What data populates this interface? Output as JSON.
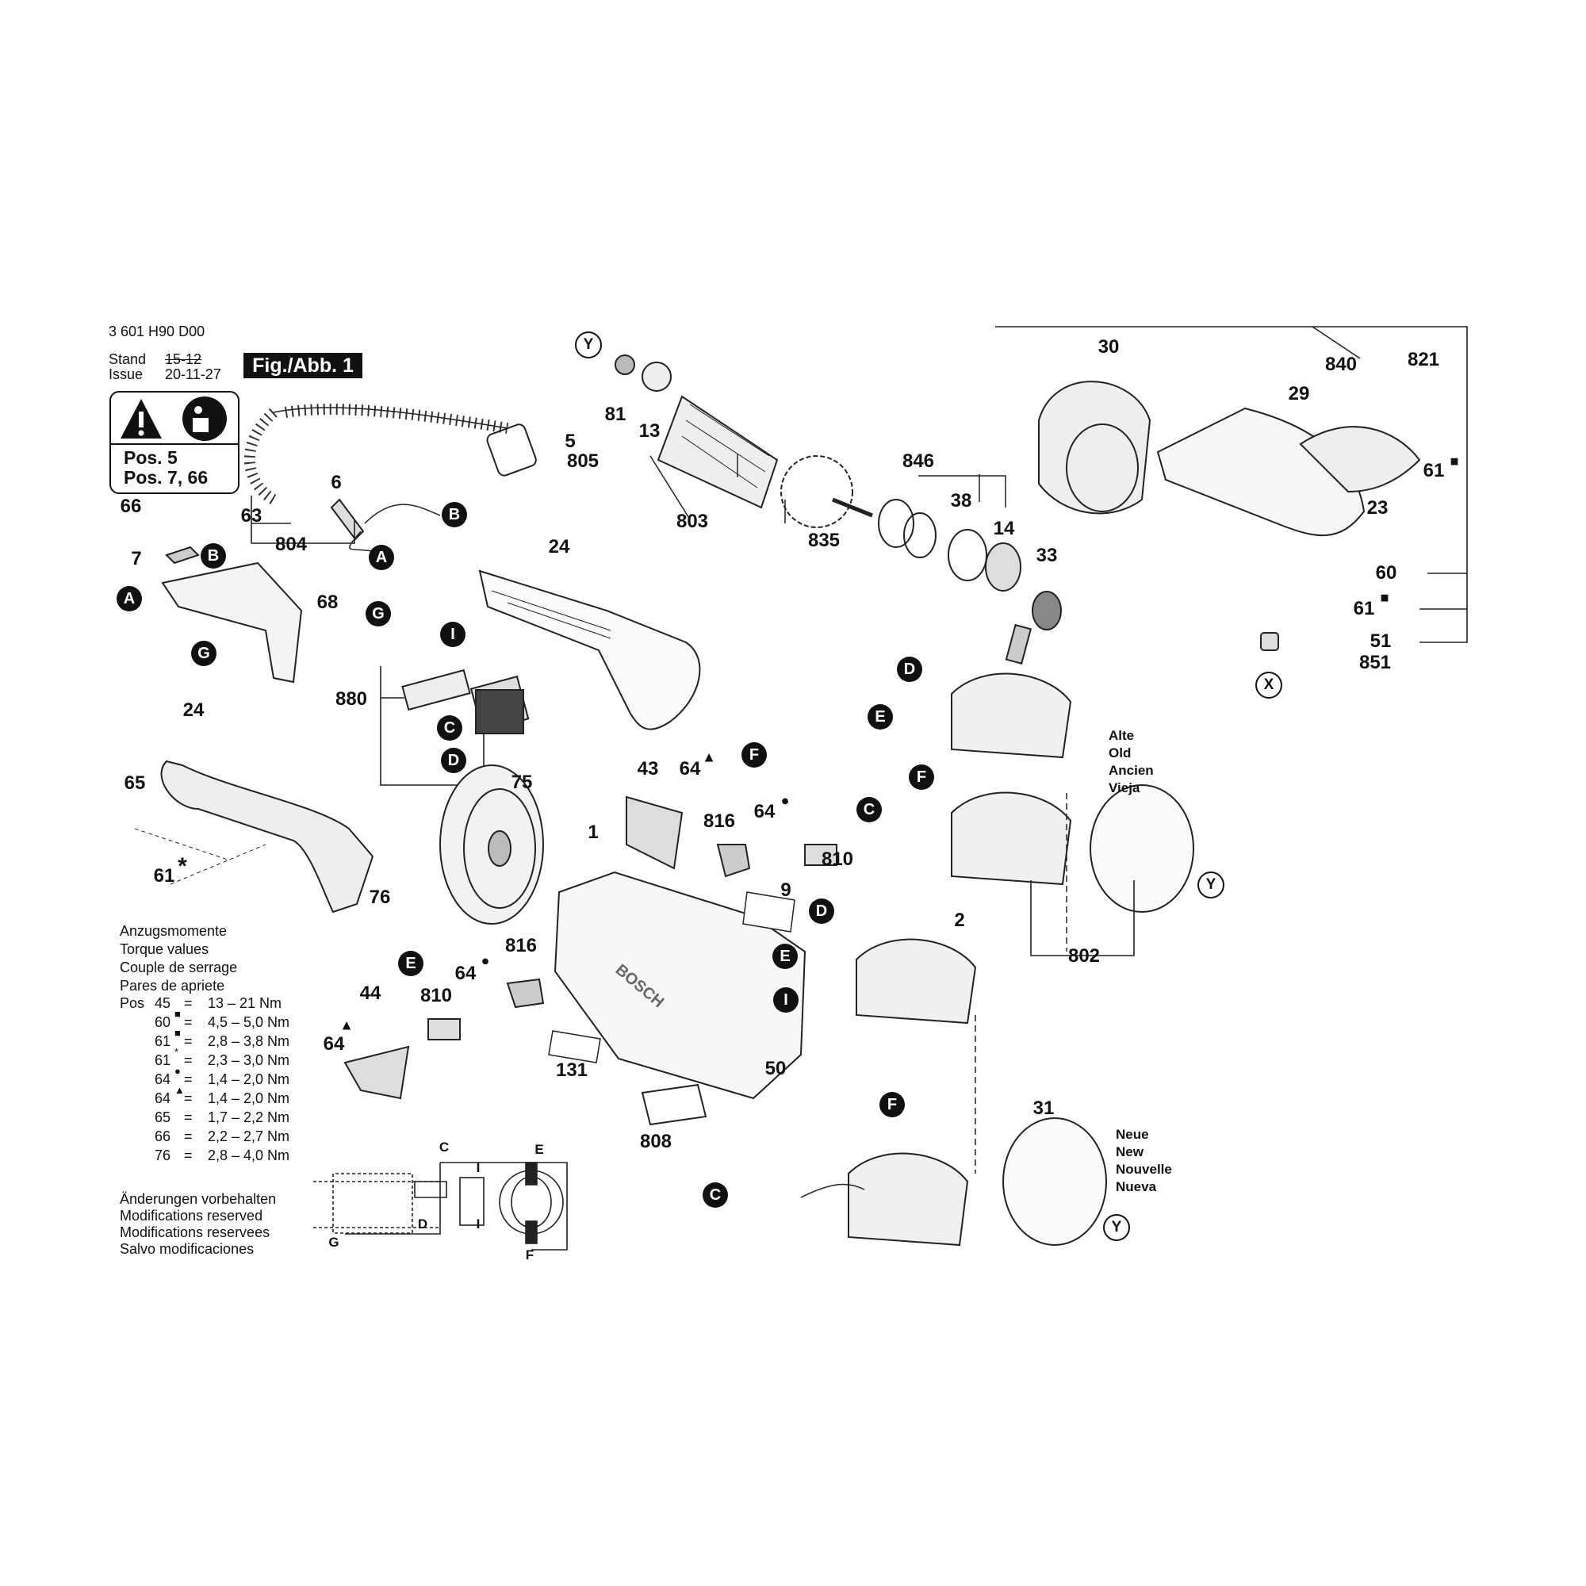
{
  "header": {
    "part_number": "3 601 H90 D00",
    "stand_label": "Stand",
    "issue_label": "Issue",
    "old_date": "15-12",
    "issue_date": "20-11-27",
    "figure_label": "Fig./Abb. 1"
  },
  "warning": {
    "line1": "Pos. 5",
    "line2": "Pos. 7, 66"
  },
  "callouts": [
    "5",
    "805",
    "6",
    "66",
    "63",
    "7",
    "804",
    "68",
    "880",
    "24",
    "24",
    "65",
    "61",
    "75",
    "76",
    "43",
    "64",
    "64",
    "816",
    "810",
    "1",
    "9",
    "2",
    "816",
    "64",
    "810",
    "44",
    "64",
    "131",
    "50",
    "808",
    "31",
    "802",
    "81",
    "13",
    "803",
    "835",
    "846",
    "38",
    "14",
    "33",
    "30",
    "840",
    "821",
    "29",
    "61",
    "23",
    "60",
    "61",
    "51",
    "851"
  ],
  "markers": {
    "star": "*",
    "square": "■",
    "dot": "●",
    "triangle": "▲"
  },
  "letters": [
    "A",
    "B",
    "C",
    "D",
    "E",
    "F",
    "G",
    "I",
    "X",
    "Y"
  ],
  "generation": {
    "old": [
      "Alte",
      "Old",
      "Ancien",
      "Vieja"
    ],
    "new": [
      "Neue",
      "New",
      "Nouvelle",
      "Nueva"
    ]
  },
  "torque": {
    "title": [
      "Anzugsmomente",
      "Torque values",
      "Couple de serrage",
      "Pares de apriete"
    ],
    "pos_label": "Pos",
    "rows": [
      {
        "pos": "45",
        "mark": "",
        "value": "13  – 21 Nm"
      },
      {
        "pos": "60",
        "mark": "■",
        "value": "4,5 – 5,0 Nm"
      },
      {
        "pos": "61",
        "mark": "■",
        "value": "2,8 – 3,8 Nm"
      },
      {
        "pos": "61",
        "mark": "*",
        "value": "2,3 – 3,0 Nm"
      },
      {
        "pos": "64",
        "mark": "●",
        "value": "1,4 – 2,0 Nm"
      },
      {
        "pos": "64",
        "mark": "▲",
        "value": "1,4 – 2,0 Nm"
      },
      {
        "pos": "65",
        "mark": "",
        "value": "1,7 – 2,2 Nm"
      },
      {
        "pos": "66",
        "mark": "",
        "value": "2,2 – 2,7 Nm"
      },
      {
        "pos": "76",
        "mark": "",
        "value": "2,8 – 4,0 Nm"
      }
    ]
  },
  "disclaimer": [
    "Änderungen vorbehalten",
    "Modifications reserved",
    "Modifications reservees",
    "Salvo modificaciones"
  ],
  "circuit": {
    "labels": [
      "C",
      "D",
      "E",
      "F",
      "G",
      "I",
      "I"
    ]
  }
}
